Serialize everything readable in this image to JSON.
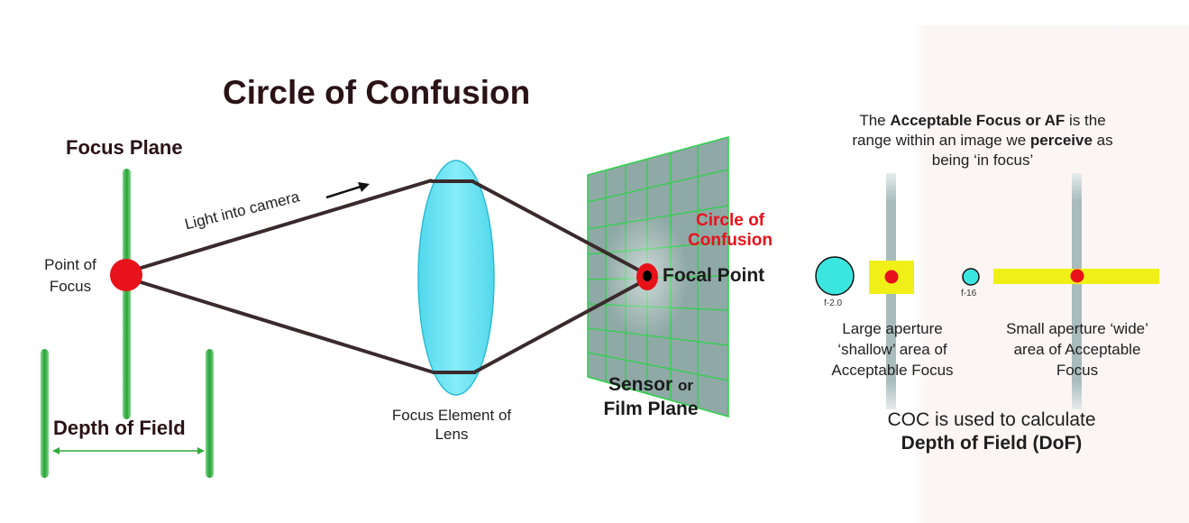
{
  "title": "Circle of Confusion",
  "left_labels": {
    "focus_plane": "Focus Plane",
    "point_of_focus": "Point of Focus",
    "depth_of_field": "Depth of Field"
  },
  "light_label": "Light into camera",
  "lens_label": "Focus Element of Lens",
  "sensor": {
    "coc_label": "Circle of Confusion",
    "focal_point": "Focal Point",
    "main": "Sensor",
    "or": "or",
    "film_plane": "Film Plane"
  },
  "af_note": {
    "p1": "The ",
    "bold1": "Acceptable Focus or AF",
    "p2": " is the range within an image we ",
    "bold2": "perceive",
    "p3": " as being ‘in focus’"
  },
  "apertures": {
    "large_f": "f-2.0",
    "small_f": "f-16",
    "large_caption": "Large aperture ‘shallow’ area of Acceptable Focus",
    "small_caption": "Small aperture ‘wide’ area of Acceptable Focus"
  },
  "coc_note": {
    "line1": "COC is used to calculate",
    "bold": "Depth of Field (DoF)"
  },
  "colors": {
    "title": "#2a1216",
    "focus_green": "#2eaa3c",
    "point_red": "#e8121a",
    "lens_cyan": "#69e3f4",
    "sensor_fill": "#8fa9a6",
    "grid_green": "#2ed24a",
    "af_yellow": "#f0f018",
    "ray_dark": "#3a2a2c",
    "panel_bg": "#fbf6f5"
  }
}
